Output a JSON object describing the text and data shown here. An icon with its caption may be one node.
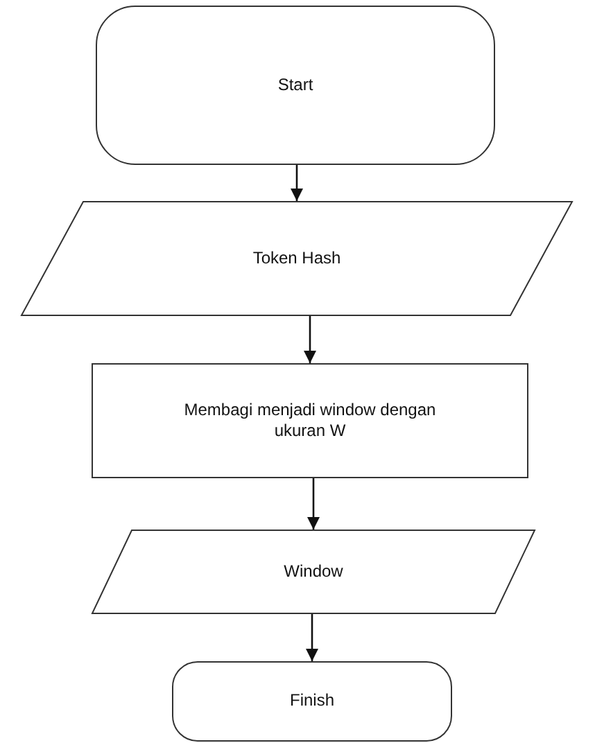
{
  "diagram": {
    "nodes": [
      {
        "text": [
          "Start"
        ]
      },
      {
        "text": [
          "Token Hash"
        ]
      },
      {
        "text": [
          "Membagi menjadi window dengan ukuran W"
        ]
      },
      {
        "text": [
          "Window"
        ]
      },
      {
        "text": [
          "Finish"
        ]
      }
    ],
    "edges": [
      {
        "from": 0,
        "to": 1,
        "arrow": "to"
      },
      {
        "from": 1,
        "to": 2,
        "arrow": "to"
      },
      {
        "from": 2,
        "to": 3,
        "arrow": "to"
      },
      {
        "from": 3,
        "to": 4,
        "arrow": "to"
      }
    ]
  }
}
